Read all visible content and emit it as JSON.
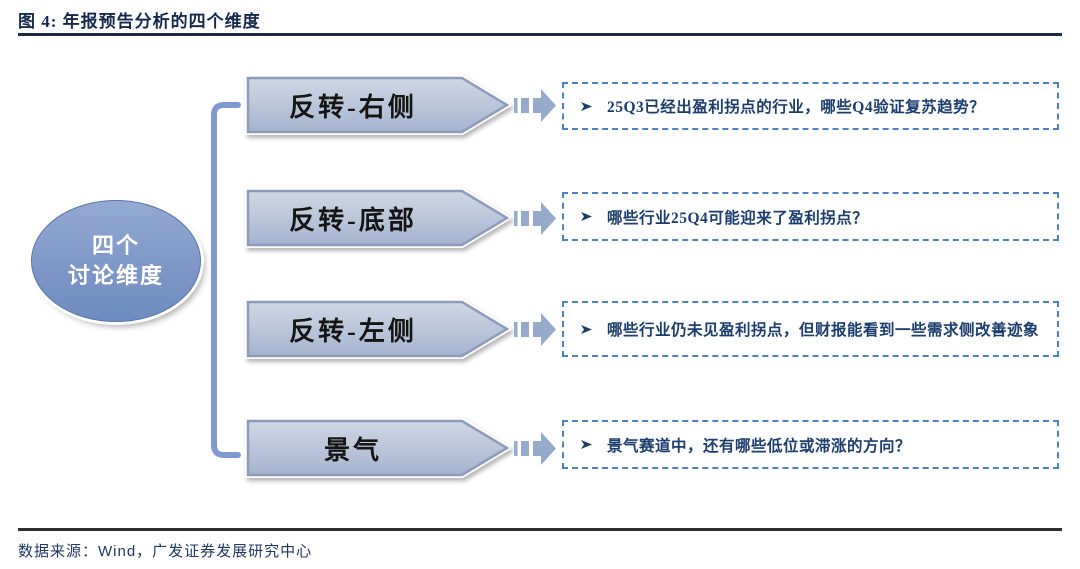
{
  "figure": {
    "title": "图 4:  年报预告分析的四个维度",
    "source": "数据来源：Wind，广发证券发展研究中心"
  },
  "diagram": {
    "hub": {
      "line1": "四个",
      "line2": "讨论维度"
    },
    "rows": [
      {
        "label": "反转-右侧",
        "bullet_icon": "arrowhead-right-icon",
        "text": "25Q3已经出盈利拐点的行业，哪些Q4验证复苏趋势？"
      },
      {
        "label": "反转-底部",
        "bullet_icon": "arrowhead-right-icon",
        "text": "哪些行业25Q4可能迎来了盈利拐点？"
      },
      {
        "label": "反转-左侧",
        "bullet_icon": "arrowhead-right-icon",
        "text": "哪些行业仍未见盈利拐点，但财报能看到一些需求侧改善迹象"
      },
      {
        "label": "景气",
        "bullet_icon": "arrowhead-right-icon",
        "text": "景气赛道中，还有哪些低位或滞涨的方向？"
      }
    ],
    "colors": {
      "title_navy": "#16294d",
      "body_navy": "#1c3e6e",
      "dashed_border_blue": "#4e81c0",
      "pentagon_fill_top": "#ccd5e4",
      "pentagon_fill_bottom": "#a9b8d2",
      "pentagon_border": "#8d9cbb",
      "ellipse_fill": "#7e97c7",
      "bracket_blue": "#7e9ace",
      "striped_arrow_blue": "#96aacb"
    }
  }
}
